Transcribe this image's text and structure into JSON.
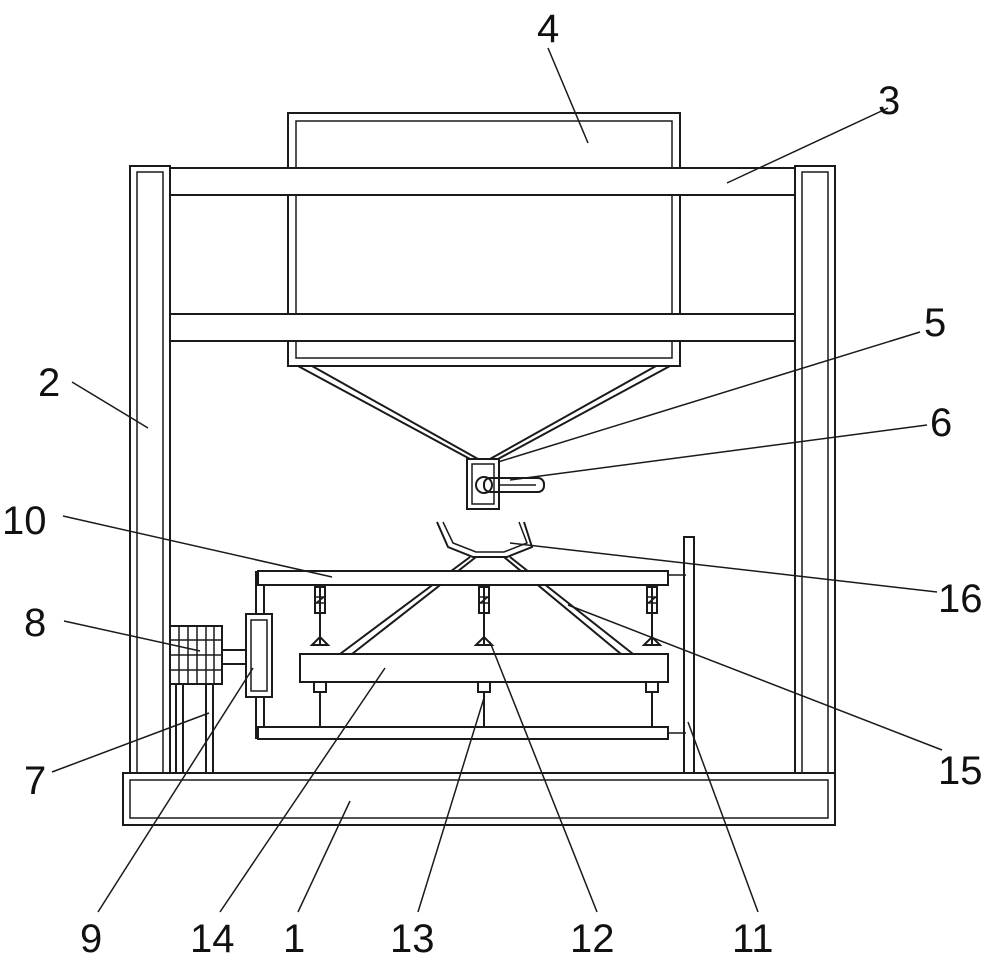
{
  "labels": {
    "l1": "1",
    "l2": "2",
    "l3": "3",
    "l4": "4",
    "l5": "5",
    "l6": "6",
    "l7": "7",
    "l8": "8",
    "l9": "9",
    "l10": "10",
    "l11": "11",
    "l12": "12",
    "l13": "13",
    "l14": "14",
    "l15": "15",
    "l16": "16"
  },
  "colors": {
    "line": "#1a1a1a",
    "background": "#ffffff"
  }
}
